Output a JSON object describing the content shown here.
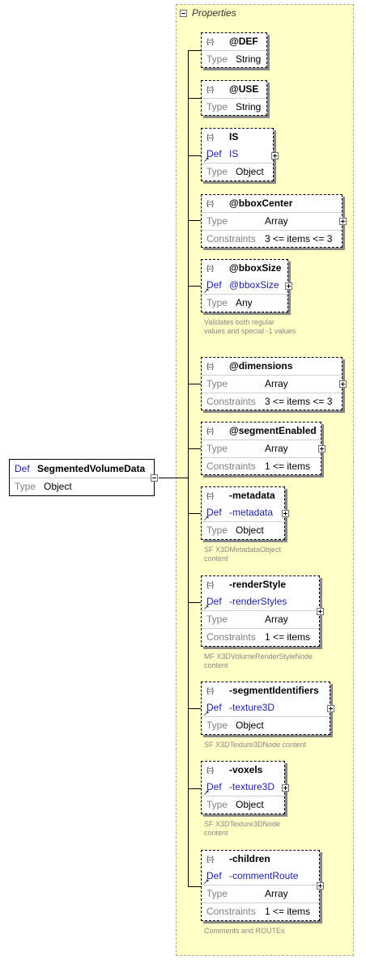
{
  "diagram": {
    "properties_label": "Properties",
    "root": {
      "def_label": "Def",
      "name": "SegmentedVolumeData",
      "type_label": "Type",
      "type_value": "Object"
    },
    "attributes": [
      {
        "name": "@DEF",
        "type_label": "Type",
        "type_value": "String"
      },
      {
        "name": "@USE",
        "type_label": "Type",
        "type_value": "String"
      },
      {
        "name": "IS",
        "def_label": "Def",
        "def_value": "IS",
        "type_label": "Type",
        "type_value": "Object"
      },
      {
        "name": "@bboxCenter",
        "type_label": "Type",
        "type_value": "Array",
        "constraints_label": "Constraints",
        "constraints_value": "3 <= items <= 3"
      },
      {
        "name": "@bboxSize",
        "def_label": "Def",
        "def_value": "@bboxSize",
        "type_label": "Type",
        "type_value": "Any",
        "note": "Validates both regular values and special -1 values"
      },
      {
        "name": "@dimensions",
        "type_label": "Type",
        "type_value": "Array",
        "constraints_label": "Constraints",
        "constraints_value": "3 <= items <= 3"
      },
      {
        "name": "@segmentEnabled",
        "type_label": "Type",
        "type_value": "Array",
        "constraints_label": "Constraints",
        "constraints_value": "1 <= items"
      },
      {
        "name": "-metadata",
        "def_label": "Def",
        "def_value": "-metadata",
        "type_label": "Type",
        "type_value": "Object",
        "note": "SF X3DMetadataObject content"
      },
      {
        "name": "-renderStyle",
        "def_label": "Def",
        "def_value": "-renderStyles",
        "type_label": "Type",
        "type_value": "Array",
        "constraints_label": "Constraints",
        "constraints_value": "1 <= items",
        "note": "MF X3DVolumeRenderStyleNode content"
      },
      {
        "name": "-segmentIdentifiers",
        "def_label": "Def",
        "def_value": "-texture3D",
        "type_label": "Type",
        "type_value": "Object",
        "note": "SF X3DTexture3DNode content"
      },
      {
        "name": "-voxels",
        "def_label": "Def",
        "def_value": "-texture3D",
        "type_label": "Type",
        "type_value": "Object",
        "note": "SF X3DTexture3DNode content"
      },
      {
        "name": "-children",
        "def_label": "Def",
        "def_value": "-commentRoute",
        "type_label": "Type",
        "type_value": "Array",
        "constraints_label": "Constraints",
        "constraints_value": "1 <= items",
        "note": "Comments and ROUTEs"
      }
    ]
  }
}
